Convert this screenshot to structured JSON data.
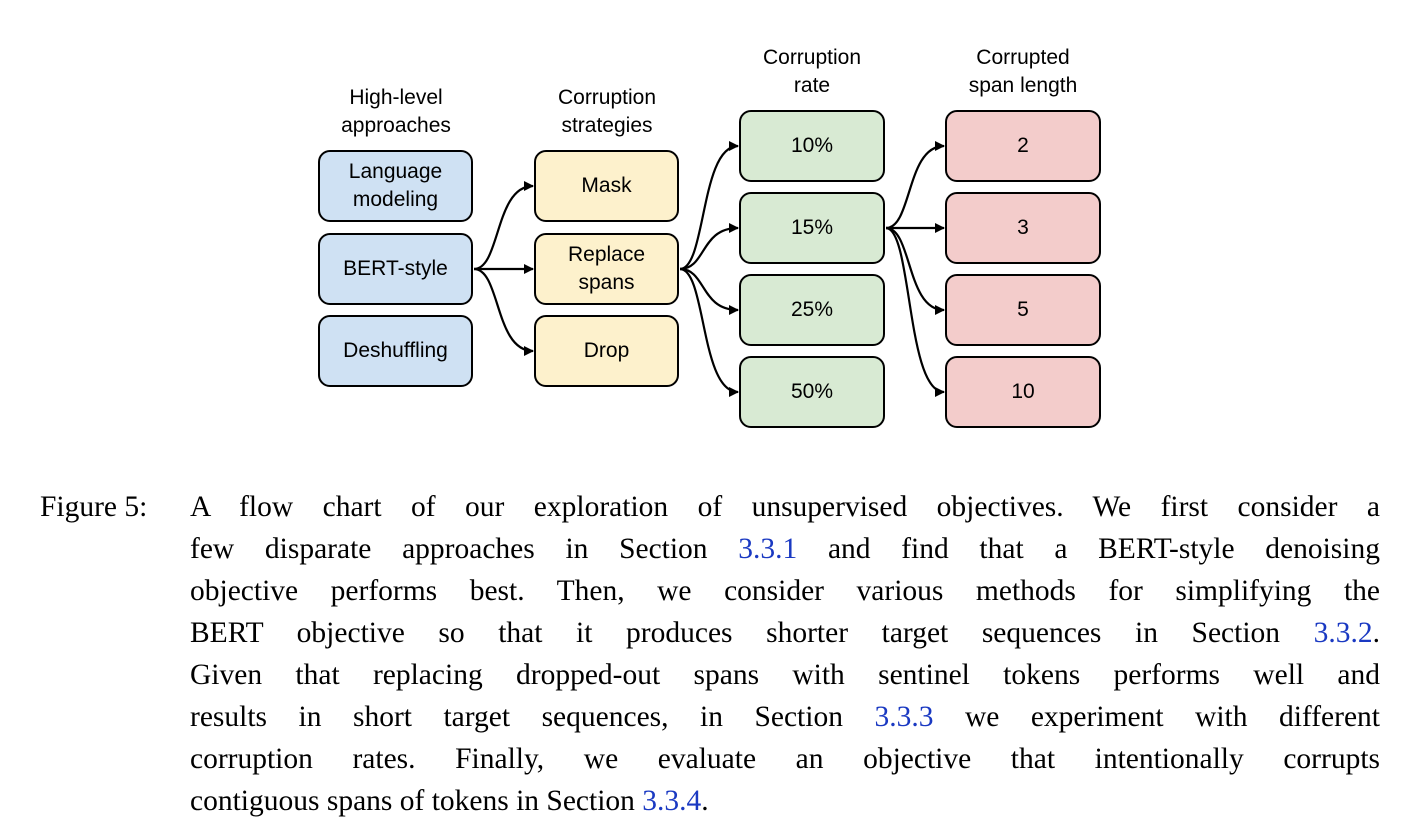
{
  "figure": {
    "colors": {
      "approach": "#cfe1f3",
      "strategy": "#fdf1cc",
      "rate": "#d8ead3",
      "span": "#f3cccb",
      "stroke": "#000000"
    },
    "columns": [
      {
        "header": "High-level\napproaches",
        "nodes": [
          "Language\nmodeling",
          "BERT-style",
          "Deshuffling"
        ]
      },
      {
        "header": "Corruption\nstrategies",
        "nodes": [
          "Mask",
          "Replace\nspans",
          "Drop"
        ]
      },
      {
        "header": "Corruption\nrate",
        "nodes": [
          "10%",
          "15%",
          "25%",
          "50%"
        ]
      },
      {
        "header": "Corrupted\nspan length",
        "nodes": [
          "2",
          "3",
          "5",
          "10"
        ]
      }
    ],
    "edges": [
      [
        "BERT-style",
        "Mask"
      ],
      [
        "BERT-style",
        "Replace\nspans"
      ],
      [
        "BERT-style",
        "Drop"
      ],
      [
        "Replace\nspans",
        "10%"
      ],
      [
        "Replace\nspans",
        "15%"
      ],
      [
        "Replace\nspans",
        "25%"
      ],
      [
        "Replace\nspans",
        "50%"
      ],
      [
        "15%",
        "2"
      ],
      [
        "15%",
        "3"
      ],
      [
        "15%",
        "5"
      ],
      [
        "15%",
        "10"
      ]
    ]
  },
  "caption": {
    "label": "Figure 5:",
    "lines": [
      [
        {
          "t": "A flow chart of our exploration of unsupervised objectives. We first consider a"
        }
      ],
      [
        {
          "t": "few disparate approaches in Section "
        },
        {
          "t": "3.3.1",
          "link": true
        },
        {
          "t": " and find that a BERT-style denoising"
        }
      ],
      [
        {
          "t": "objective performs best. Then, we consider various methods for simplifying the"
        }
      ],
      [
        {
          "t": "BERT objective so that it produces shorter target sequences in Section "
        },
        {
          "t": "3.3.2",
          "link": true
        },
        {
          "t": "."
        }
      ],
      [
        {
          "t": "Given that replacing dropped-out spans with sentinel tokens performs well and"
        }
      ],
      [
        {
          "t": "results in short target sequences, in Section "
        },
        {
          "t": "3.3.3",
          "link": true
        },
        {
          "t": " we experiment with different"
        }
      ],
      [
        {
          "t": "corruption rates. Finally, we evaluate an objective that intentionally corrupts"
        }
      ],
      [
        {
          "t": "contiguous spans of tokens in Section "
        },
        {
          "t": "3.3.4",
          "link": true
        },
        {
          "t": "."
        }
      ]
    ]
  }
}
